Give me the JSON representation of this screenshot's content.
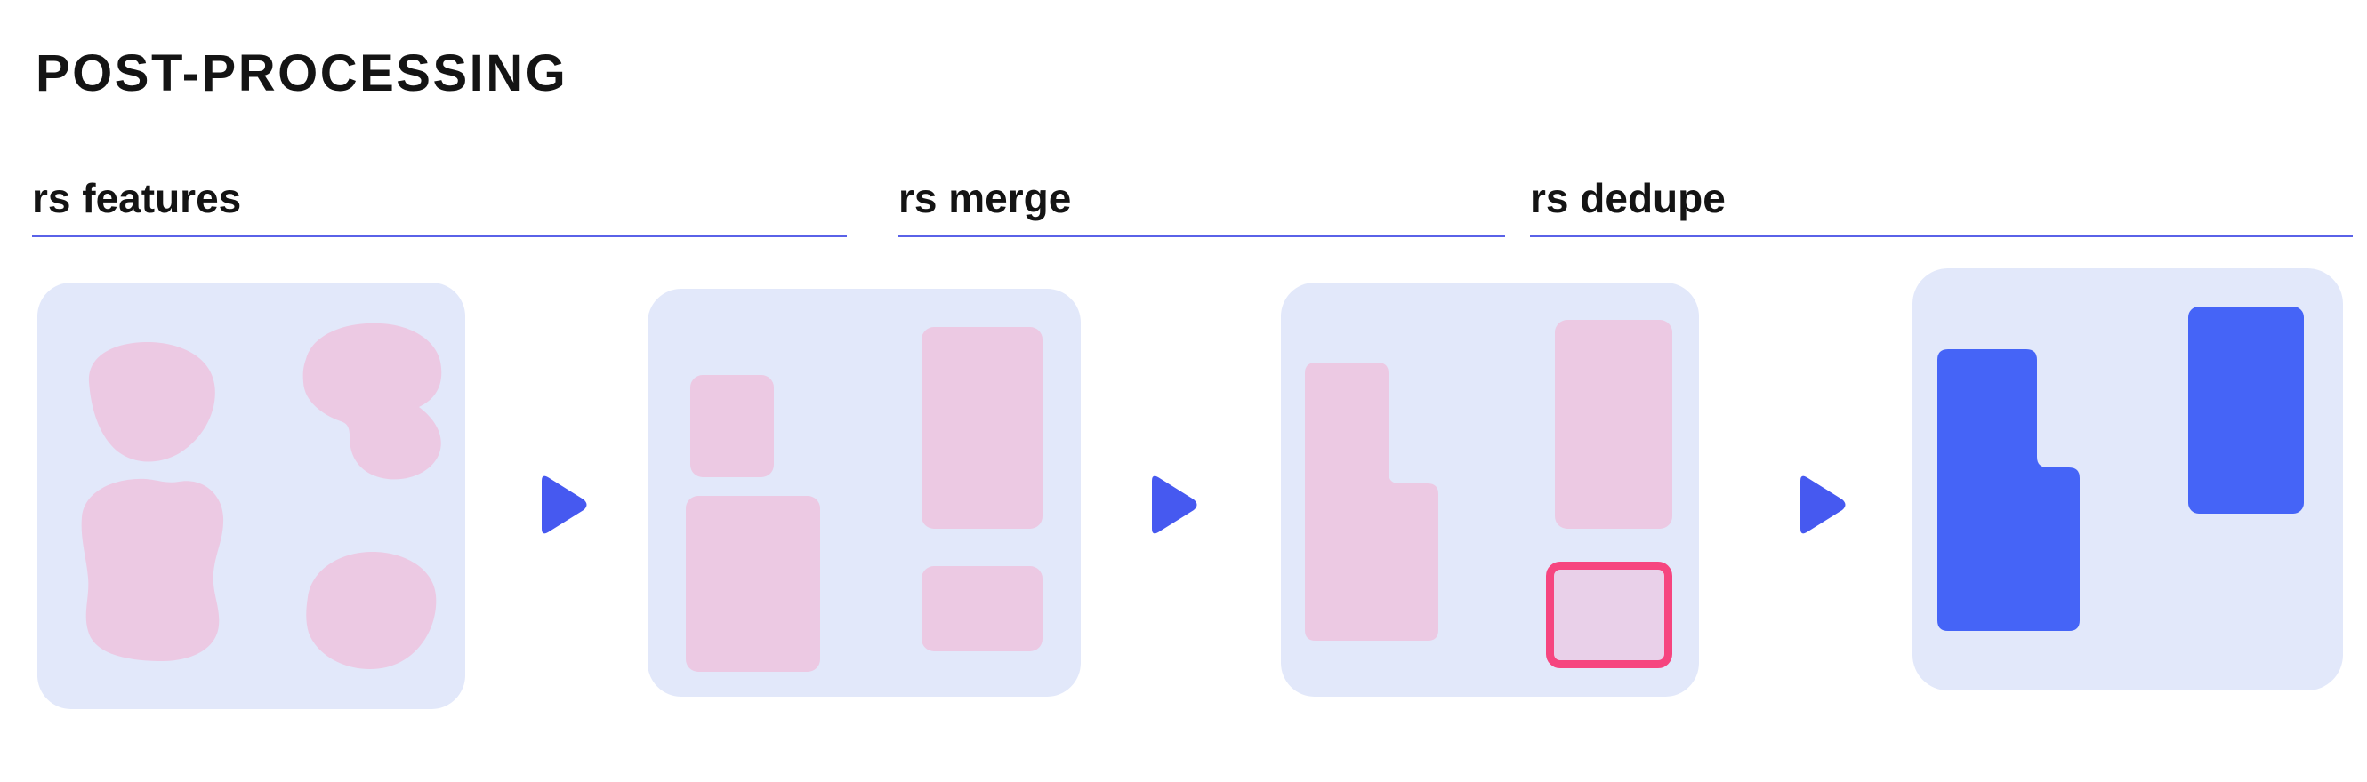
{
  "title": "POST-PROCESSING",
  "steps": [
    {
      "label": "rs features"
    },
    {
      "label": "rs merge"
    },
    {
      "label": "rs dedupe"
    }
  ],
  "arrow_icon": "play-right-arrow",
  "colors": {
    "page_background": "#ffffff",
    "card_background": "#e2e8fa",
    "shape_pink": "#ecc9e3",
    "shape_blue": "#4564f7",
    "arrow_blue": "#4659f0",
    "underline_blue": "#5a62e8",
    "duplicate_highlight_border": "#f6457f",
    "text": "#141414"
  }
}
